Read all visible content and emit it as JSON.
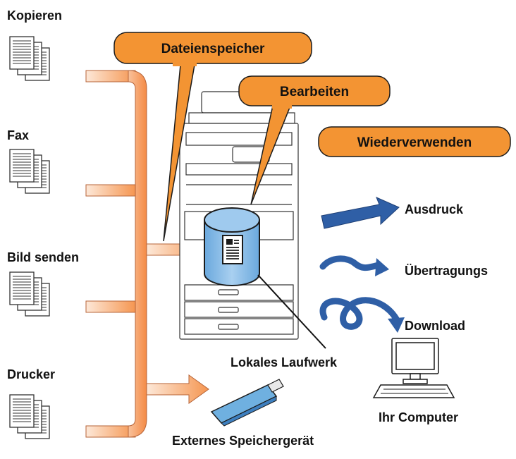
{
  "sources": [
    {
      "label": "Kopieren"
    },
    {
      "label": "Fax"
    },
    {
      "label": "Bild senden"
    },
    {
      "label": "Drucker"
    }
  ],
  "callouts": {
    "file_storage": "Dateienspeicher",
    "edit": "Bearbeiten",
    "reuse": "Wiederverwenden"
  },
  "outputs": {
    "print": "Ausdruck",
    "transfer": "Übertragungs",
    "download": "Download"
  },
  "local_drive": "Lokales Laufwerk",
  "external_storage": "Externes Speichergerät",
  "computer": "Ihr Computer",
  "colors": {
    "callout_fill": "#f39433",
    "flow_gradient_start": "#fde6d5",
    "flow_gradient_end": "#f59a5a",
    "arrow_blue": "#2f5fa6",
    "cylinder_blue": "#8ec0e8",
    "usb_blue": "#6fb0e0"
  }
}
